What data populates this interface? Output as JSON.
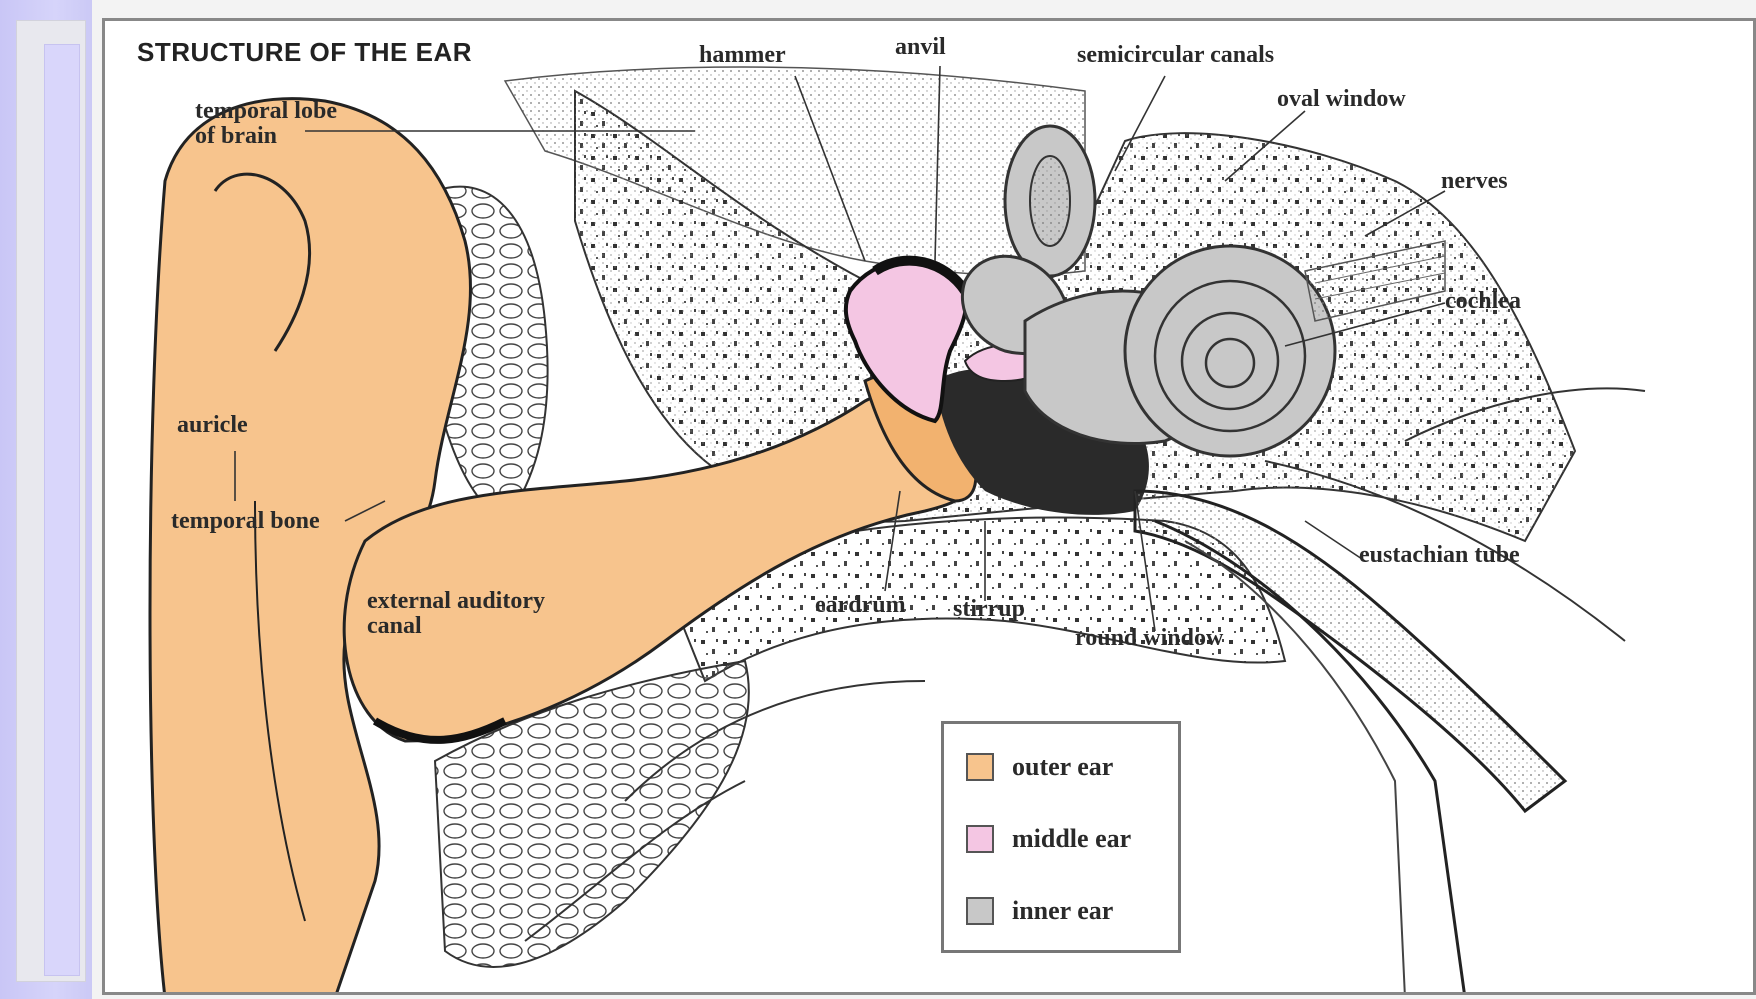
{
  "figure": {
    "title": "STRUCTURE OF THE EAR",
    "labels": {
      "hammer": "hammer",
      "anvil": "anvil",
      "semicircular_canals": "semicircular canals",
      "oval_window": "oval window",
      "nerves": "nerves",
      "cochlea": "cochlea",
      "temporal_lobe": "temporal lobe\nof brain",
      "auricle": "auricle",
      "temporal_bone": "temporal bone",
      "external_auditory_canal": "external auditory\ncanal",
      "eardrum": "eardrum",
      "stirrup": "stirrup",
      "round_window": "round window",
      "eustachian_tube": "eustachian tube"
    },
    "legend": [
      {
        "label": "outer ear",
        "color": "#f7c48d"
      },
      {
        "label": "middle ear",
        "color": "#f4c6e3"
      },
      {
        "label": "inner ear",
        "color": "#c8c8c8"
      }
    ]
  },
  "colors": {
    "outer_ear": "#f7c48d",
    "middle_ear": "#f4c6e3",
    "inner_ear": "#c8c8c8",
    "bone_stipple": "#3a3a3a",
    "background": "#cfcdf7"
  }
}
